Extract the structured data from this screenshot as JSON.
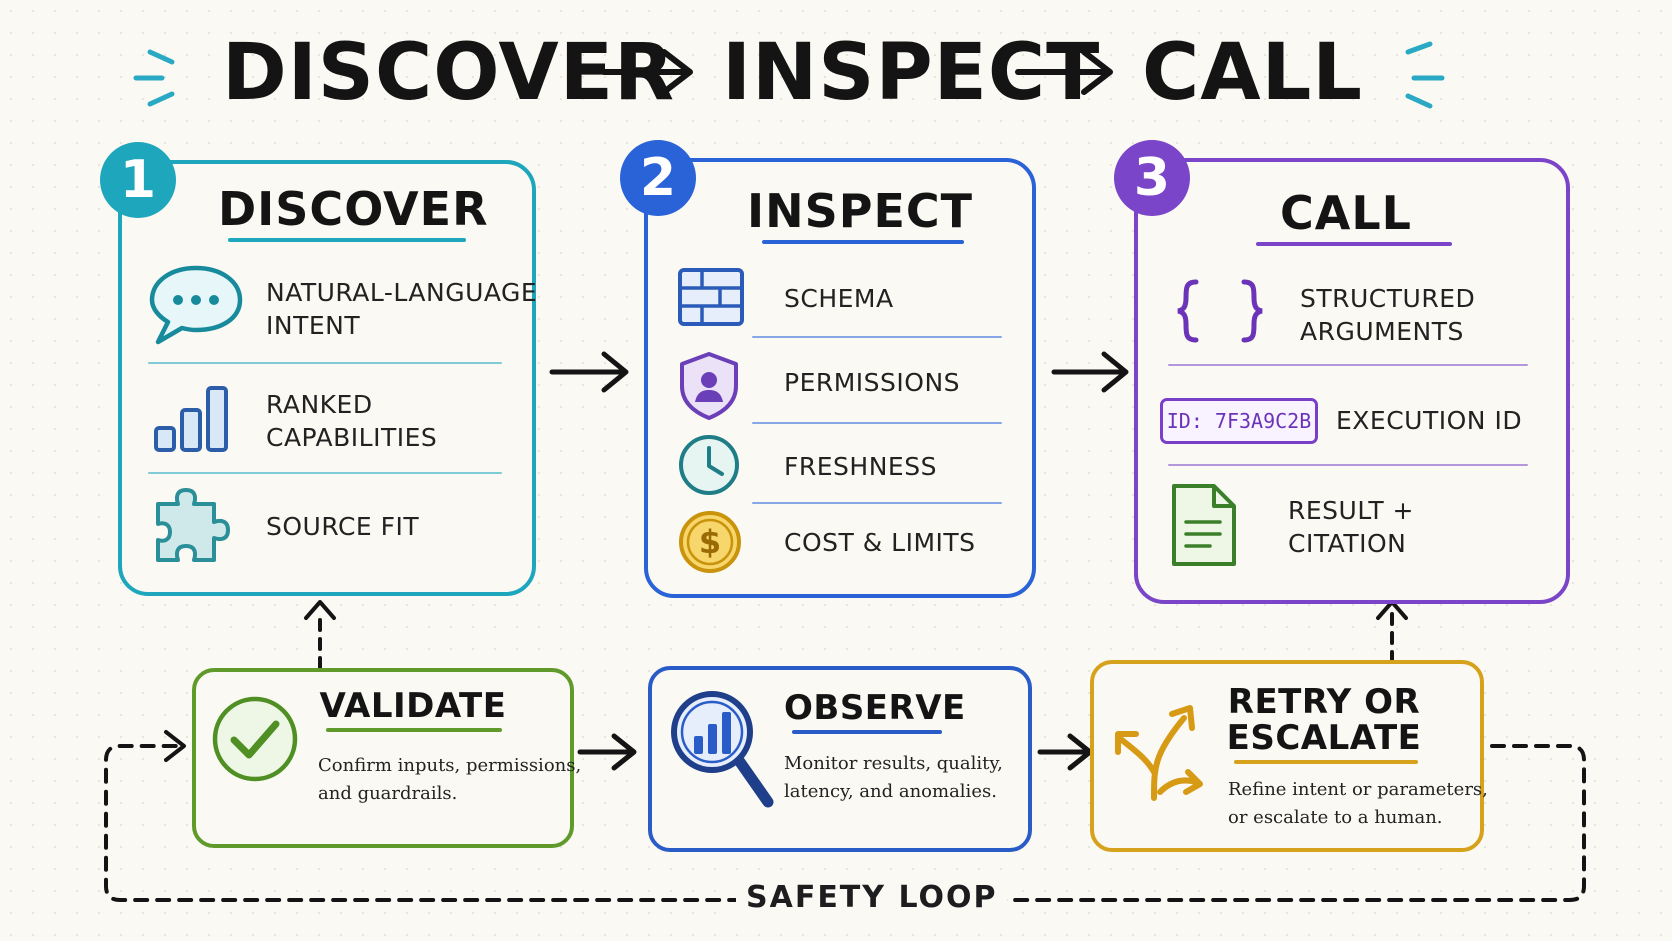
{
  "title": {
    "word1": "DISCOVER",
    "word2": "INSPECT",
    "word3": "CALL"
  },
  "colors": {
    "discover": "#1ea6bd",
    "inspect": "#2a62d8",
    "call": "#7a45c9",
    "validate": "#5f9a2a",
    "observe": "#2a5cc8",
    "retry": "#d7a21b"
  },
  "discover": {
    "number": "1",
    "heading": "DISCOVER",
    "items": [
      {
        "label": "NATURAL-LANGUAGE\nINTENT",
        "icon": "speech-bubble-icon"
      },
      {
        "label": "RANKED\nCAPABILITIES",
        "icon": "bar-chart-icon"
      },
      {
        "label": "SOURCE FIT",
        "icon": "puzzle-piece-icon"
      }
    ]
  },
  "inspect": {
    "number": "2",
    "heading": "INSPECT",
    "items": [
      {
        "label": "SCHEMA",
        "icon": "table-grid-icon"
      },
      {
        "label": "PERMISSIONS",
        "icon": "shield-user-icon"
      },
      {
        "label": "FRESHNESS",
        "icon": "clock-icon"
      },
      {
        "label": "COST & LIMITS",
        "icon": "dollar-coin-icon"
      }
    ]
  },
  "call": {
    "number": "3",
    "heading": "CALL",
    "items": [
      {
        "label": "STRUCTURED\nARGUMENTS",
        "icon": "curly-braces-icon"
      },
      {
        "label": "EXECUTION ID",
        "chip": "ID: 7F3A9C2B"
      },
      {
        "label": "RESULT +\nCITATION",
        "icon": "document-icon"
      }
    ]
  },
  "validate": {
    "heading": "VALIDATE",
    "desc": "Confirm inputs, permissions,\nand guardrails.",
    "icon": "check-circle-icon"
  },
  "observe": {
    "heading": "OBSERVE",
    "desc": "Monitor results, quality,\nlatency, and anomalies.",
    "icon": "magnifier-chart-icon"
  },
  "retry": {
    "heading": "RETRY OR\nESCALATE",
    "desc": "Refine intent or parameters,\nor escalate to a human.",
    "icon": "split-arrows-icon"
  },
  "loop": {
    "label": "SAFETY LOOP"
  }
}
